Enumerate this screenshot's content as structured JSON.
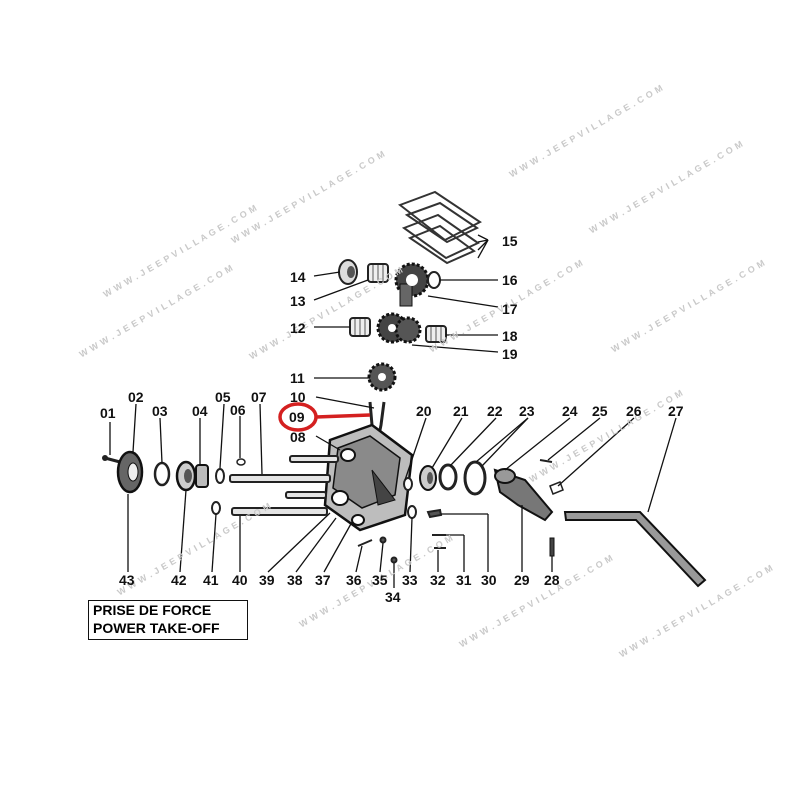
{
  "title": {
    "line1": "PRISE DE FORCE",
    "line2": "POWER TAKE-OFF"
  },
  "watermark": "W W W . J E E P V I L L A G E . C O M",
  "colors": {
    "highlight": "#d42020",
    "ink": "#111111",
    "watermark": "#c9c9c9"
  },
  "highlighted_part": "09",
  "part_numbers": [
    "01",
    "02",
    "03",
    "04",
    "05",
    "06",
    "07",
    "08",
    "09",
    "10",
    "11",
    "12",
    "13",
    "14",
    "15",
    "16",
    "17",
    "18",
    "19",
    "20",
    "21",
    "22",
    "23",
    "24",
    "25",
    "26",
    "27",
    "28",
    "29",
    "30",
    "31",
    "32",
    "33",
    "34",
    "35",
    "36",
    "37",
    "38",
    "39",
    "40",
    "41",
    "42",
    "43"
  ]
}
